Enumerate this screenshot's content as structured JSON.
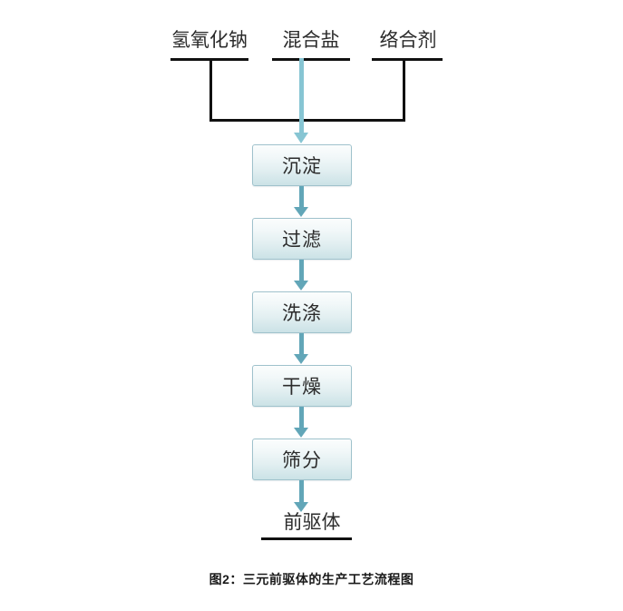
{
  "figure": {
    "caption": "图2：三元前驱体的生产工艺流程图",
    "colors": {
      "feed_arrow": "#87c5d3",
      "link_arrow": "#62a6b8",
      "box_border": "#9fc2cc",
      "box_fill_top": "#fbfdfd",
      "box_fill_bottom": "#cbe2e6",
      "rule": "#111111",
      "text": "#2b2b2b",
      "background": "#ffffff"
    }
  },
  "inputs": [
    {
      "label": "氢氧化钠"
    },
    {
      "label": "混合盐"
    },
    {
      "label": "络合剂"
    }
  ],
  "steps": [
    {
      "label": "沉淀"
    },
    {
      "label": "过滤"
    },
    {
      "label": "洗涤"
    },
    {
      "label": "干燥"
    },
    {
      "label": "筛分"
    }
  ],
  "output": {
    "label": "前驱体"
  },
  "chart_data": {
    "type": "diagram",
    "title": "图2：三元前驱体的生产工艺流程图",
    "diagram_kind": "process-flowchart",
    "orientation": "top-to-bottom",
    "nodes": [
      {
        "id": "in1",
        "label": "氢氧化钠",
        "kind": "input"
      },
      {
        "id": "in2",
        "label": "混合盐",
        "kind": "input"
      },
      {
        "id": "in3",
        "label": "络合剂",
        "kind": "input"
      },
      {
        "id": "s1",
        "label": "沉淀",
        "kind": "process"
      },
      {
        "id": "s2",
        "label": "过滤",
        "kind": "process"
      },
      {
        "id": "s3",
        "label": "洗涤",
        "kind": "process"
      },
      {
        "id": "s4",
        "label": "干燥",
        "kind": "process"
      },
      {
        "id": "s5",
        "label": "筛分",
        "kind": "process"
      },
      {
        "id": "out",
        "label": "前驱体",
        "kind": "output"
      }
    ],
    "edges": [
      {
        "from": "in1",
        "to": "s1"
      },
      {
        "from": "in2",
        "to": "s1"
      },
      {
        "from": "in3",
        "to": "s1"
      },
      {
        "from": "s1",
        "to": "s2"
      },
      {
        "from": "s2",
        "to": "s3"
      },
      {
        "from": "s3",
        "to": "s4"
      },
      {
        "from": "s4",
        "to": "s5"
      },
      {
        "from": "s5",
        "to": "out"
      }
    ]
  }
}
